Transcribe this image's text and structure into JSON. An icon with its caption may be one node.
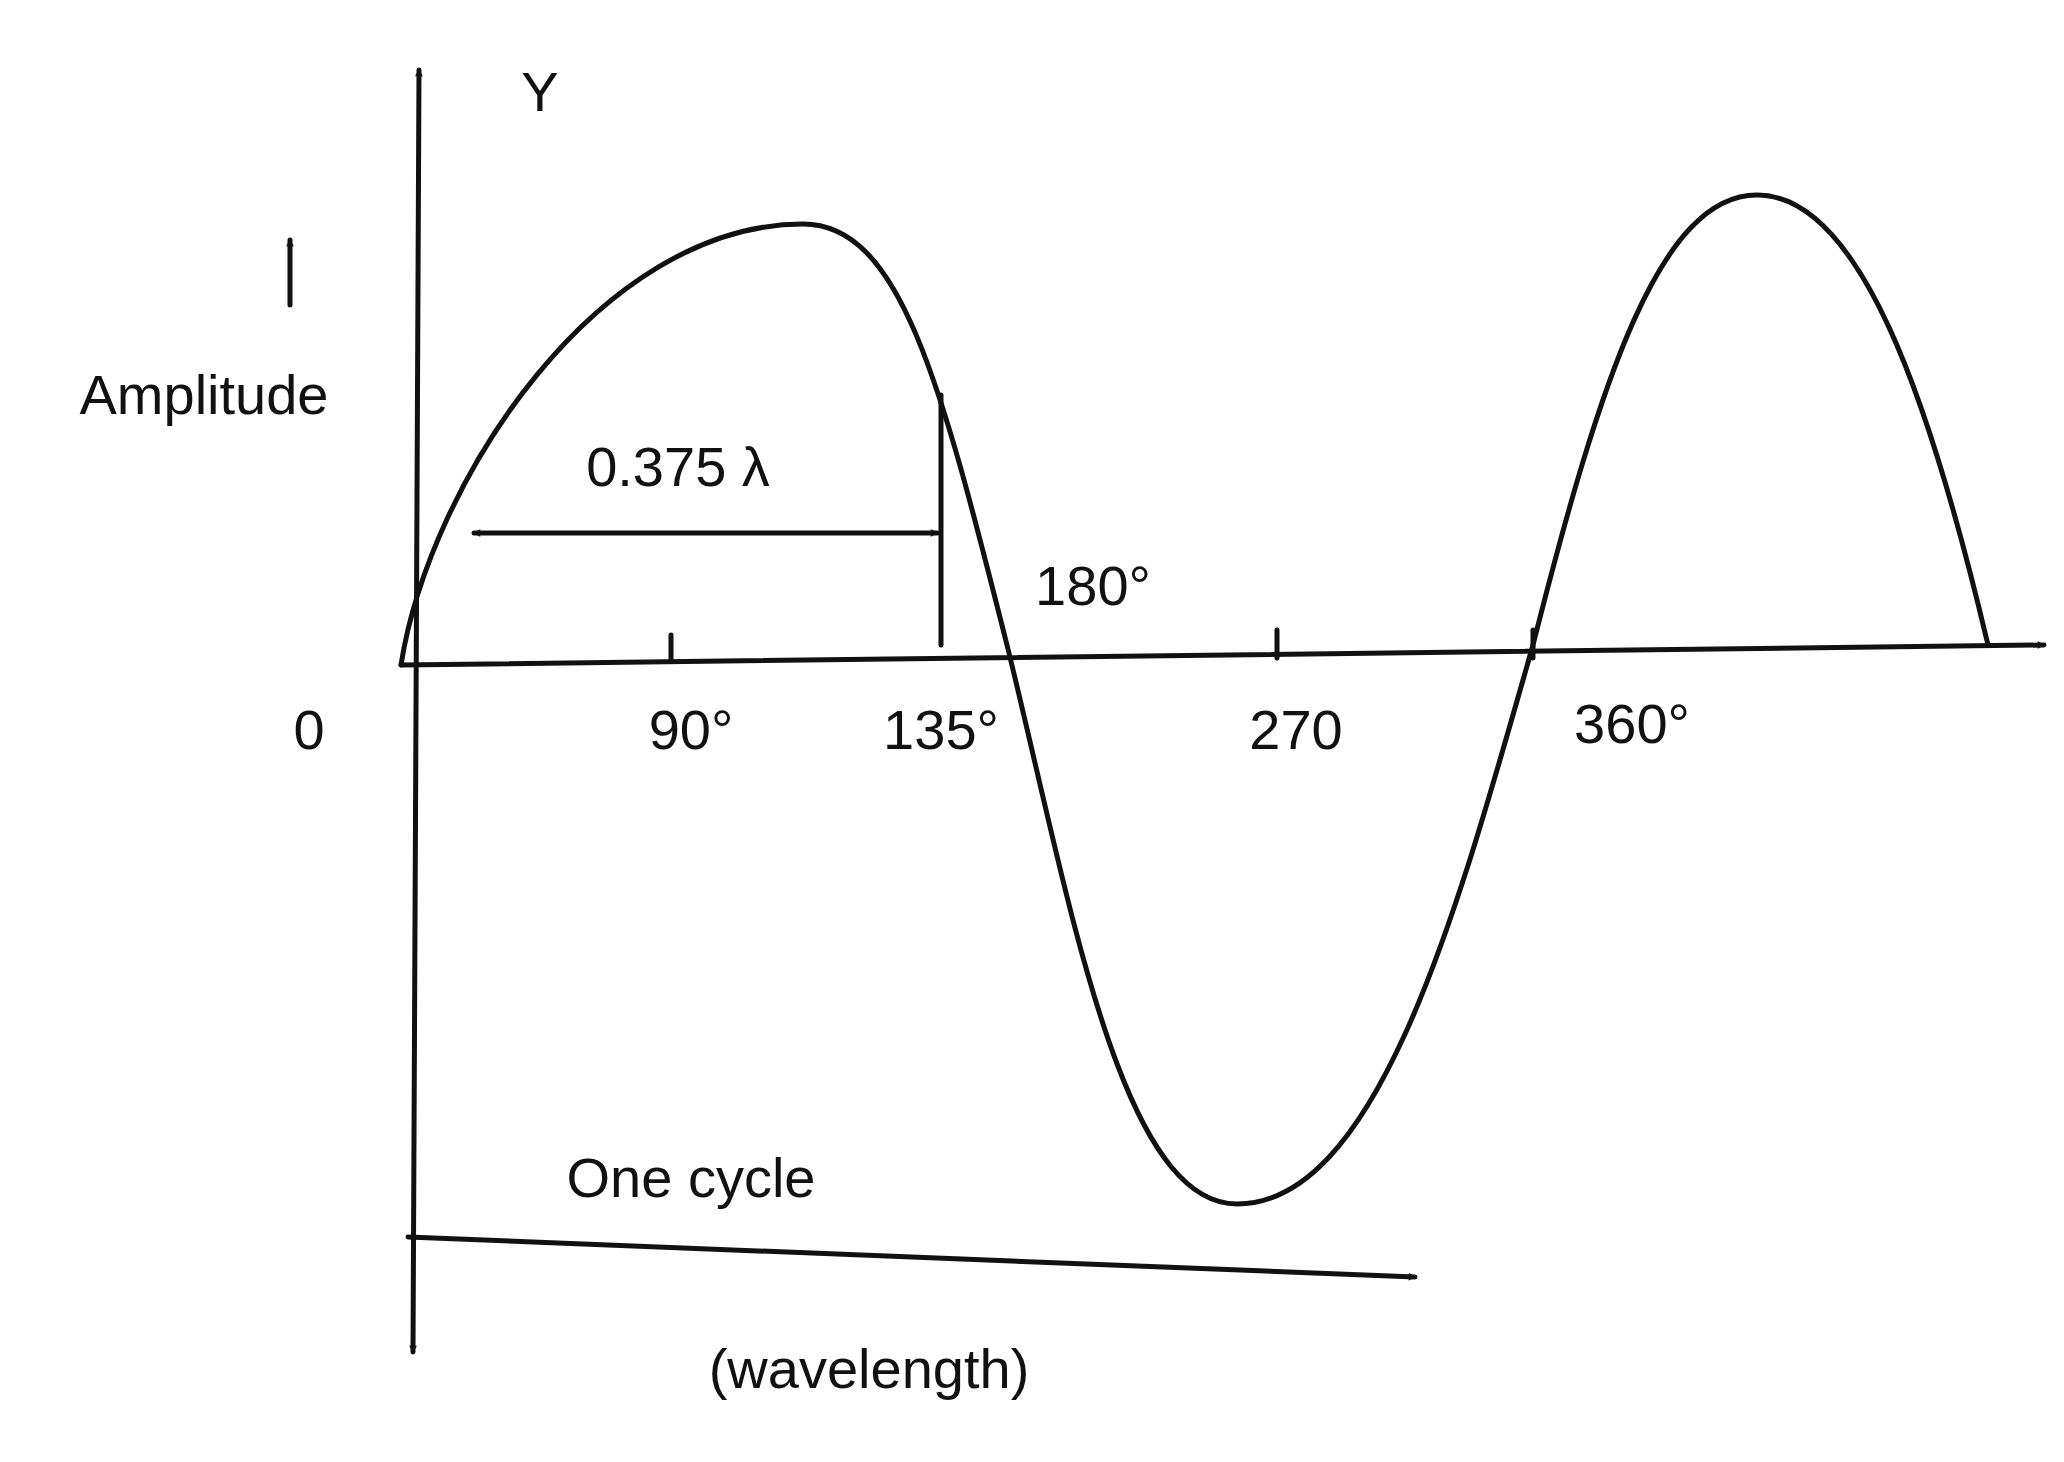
{
  "diagram": {
    "labels": [
      "Y",
      "Amplitude",
      "0.375 λ",
      "180°",
      "0",
      "90°",
      "135°",
      "270",
      "360°",
      "One cycle",
      "(wavelength)"
    ]
  }
}
